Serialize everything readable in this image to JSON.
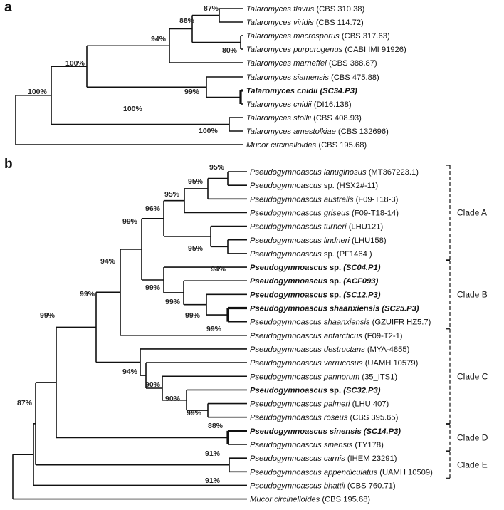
{
  "panels": [
    {
      "letter": "a",
      "taxa": [
        {
          "sp": "Talaromyces flavus",
          "acc": "(CBS 310.38)",
          "bold": false,
          "italic_acc": false
        },
        {
          "sp": "Talaromyces viridis",
          "acc": "(CBS 114.72)",
          "bold": false,
          "italic_acc": false
        },
        {
          "sp": "Talaromyces macrosporus",
          "acc": "(CBS 317.63)",
          "bold": false,
          "italic_acc": false
        },
        {
          "sp": "Talaromyces purpurogenus",
          "acc": "(CABI IMI 91926)",
          "bold": false,
          "italic_acc": false
        },
        {
          "sp": "Talaromyces marneffei",
          "acc": "(CBS 388.87)",
          "bold": false,
          "italic_acc": false
        },
        {
          "sp": "Talaromyces siamensis",
          "acc": "(CBS 475.88)",
          "bold": false,
          "italic_acc": false
        },
        {
          "sp": "Talaromyces cnidii",
          "acc": "(SC34.P3)",
          "bold": true,
          "italic_acc": true
        },
        {
          "sp": "Talaromyces cnidii",
          "acc": "(DI16.138)",
          "bold": false,
          "italic_acc": false
        },
        {
          "sp": "Talaromyces stollii",
          "acc": "(CBS 408.93)",
          "bold": false,
          "italic_acc": false
        },
        {
          "sp": "Talaromyces amestolkiae",
          "acc": "(CBS 132696)",
          "bold": false,
          "italic_acc": false
        },
        {
          "sp": "Mucor circinelloides",
          "acc": "(CBS 195.68)",
          "bold": false,
          "italic_acc": false
        }
      ],
      "supports": [
        "87%",
        "88%",
        "94%",
        "80%",
        "100%",
        "99%",
        "100%",
        "100%",
        "100%"
      ]
    },
    {
      "letter": "b",
      "taxa": [
        {
          "sp": "Pseudogymnoascus lanuginosus",
          "acc": "(MT367223.1)",
          "bold": false,
          "italic_acc": false
        },
        {
          "sp": "Pseudogymnoascus",
          "sp2": "sp.",
          "acc": "(HSX2#-11)",
          "bold": false,
          "italic_acc": false
        },
        {
          "sp": "Pseudogymnoascus australis",
          "acc": "(F09-T18-3)",
          "bold": false,
          "italic_acc": false
        },
        {
          "sp": "Pseudogymnoascus griseus",
          "acc": "(F09-T18-14)",
          "bold": false,
          "italic_acc": false
        },
        {
          "sp": "Pseudogymnoascus turneri",
          "acc": "(LHU121)",
          "bold": false,
          "italic_acc": false
        },
        {
          "sp": "Pseudogymnoascus lindneri",
          "acc": "(LHU158)",
          "bold": false,
          "italic_acc": false
        },
        {
          "sp": "Pseudogymnoascus",
          "sp2": "sp.",
          "acc": "(PF1464 )",
          "bold": false,
          "italic_acc": false
        },
        {
          "sp": "Pseudogymnoascus",
          "sp2": "sp.",
          "acc": "(SC04.P1)",
          "bold": true,
          "italic_acc": true
        },
        {
          "sp": "Pseudogymnoascus",
          "sp2": "sp.",
          "acc": "(ACF093)",
          "bold": true,
          "italic_acc": true
        },
        {
          "sp": "Pseudogymnoascus",
          "sp2": "sp.",
          "acc": "(SC12.P3)",
          "bold": true,
          "italic_acc": true
        },
        {
          "sp": "Pseudogymnoascus shaanxiensis",
          "acc": "(SC25.P3)",
          "bold": true,
          "italic_acc": true
        },
        {
          "sp": "Pseudogymnoascus shaanxiensis",
          "acc": "(GZUIFR HZ5.7)",
          "bold": false,
          "italic_acc": false
        },
        {
          "sp": "Pseudogymnoascus antarcticus",
          "acc": "(F09-T2-1)",
          "bold": false,
          "italic_acc": false
        },
        {
          "sp": "Pseudogymnoascus destructans",
          "acc": "(MYA-4855)",
          "bold": false,
          "italic_acc": false
        },
        {
          "sp": "Pseudogymnoascus verrucosus",
          "acc": "(UAMH 10579)",
          "bold": false,
          "italic_acc": false
        },
        {
          "sp": "Pseudogymnoascus pannorum",
          "acc": "(35_ITS1)",
          "bold": false,
          "italic_acc": false
        },
        {
          "sp": "Pseudogymnoascus",
          "sp2": "sp.",
          "acc": "(SC32.P3)",
          "bold": true,
          "italic_acc": true
        },
        {
          "sp": "Pseudogymnoascus palmeri",
          "acc": "(LHU 407)",
          "bold": false,
          "italic_acc": false
        },
        {
          "sp": "Pseudogymnoascus roseus",
          "acc": "(CBS 395.65)",
          "bold": false,
          "italic_acc": false
        },
        {
          "sp": "Pseudogymnoascus sinensis",
          "acc": "(SC14.P3)",
          "bold": true,
          "italic_acc": true
        },
        {
          "sp": "Pseudogymnoascus sinensis",
          "acc": "(TY178)",
          "bold": false,
          "italic_acc": false
        },
        {
          "sp": "Pseudogymnoascus carnis",
          "acc": "(IHEM 23291)",
          "bold": false,
          "italic_acc": false
        },
        {
          "sp": "Pseudogymnoascus appendiculatus",
          "acc": "(UAMH 10509)",
          "bold": false,
          "italic_acc": false
        },
        {
          "sp": "Pseudogymnoascus bhattii",
          "acc": "(CBS 760.71)",
          "bold": false,
          "italic_acc": false
        },
        {
          "sp": "Mucor circinelloides",
          "acc": "(CBS 195.68)",
          "bold": false,
          "italic_acc": false
        }
      ],
      "supports": [
        "95%",
        "95%",
        "95%",
        "96%",
        "95%",
        "94%",
        "99%",
        "99%",
        "99%",
        "99%",
        "99%",
        "94%",
        "94%",
        "90%",
        "90%",
        "99%",
        "88%",
        "99%",
        "91%",
        "91%",
        "99%",
        "87%"
      ],
      "clades": [
        "Clade A",
        "Clade B",
        "Clade C",
        "Clade D",
        "Clade E"
      ]
    }
  ]
}
